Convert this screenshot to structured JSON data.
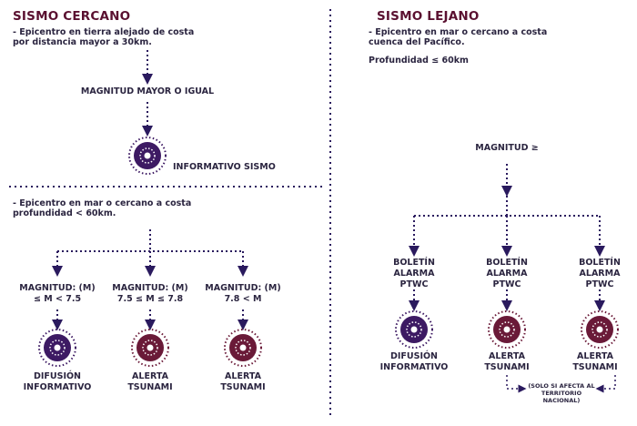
{
  "left": {
    "title": "SISMO CERCANO",
    "desc1_line1": "- Epicentro en tierra alejado de costa",
    "desc1_line2": "por distancia mayor a 30km.",
    "magnitude_label": "MAGNITUD MAYOR O IGUAL",
    "info_label": "INFORMATIVO SISMO",
    "desc2_line1": "- Epicentro en mar o cercano a costa",
    "desc2_line2": "profundidad < 60km.",
    "branches": [
      {
        "mag_line1": "MAGNITUD: (M)",
        "mag_line2": "≤ M < 7.5",
        "out_line1": "DIFUSIÓN",
        "out_line2": "INFORMATIVO"
      },
      {
        "mag_line1": "MAGNITUD: (M)",
        "mag_line2": "7.5 ≤ M ≤ 7.8",
        "out_line1": "ALERTA",
        "out_line2": "TSUNAMI"
      },
      {
        "mag_line1": "MAGNITUD: (M)",
        "mag_line2": "7.8 < M",
        "out_line1": "ALERTA",
        "out_line2": "TSUNAMI"
      }
    ]
  },
  "right": {
    "title": "SISMO LEJANO",
    "desc_line1": "- Epicentro en mar o  cercano a costa",
    "desc_line2": "cuenca del Pacífico.",
    "depth": "Profundidad ≤ 60km",
    "magnitude_label": "MAGNITUD ≥",
    "branches": [
      {
        "b1": "BOLETÍN",
        "b2": "ALARMA",
        "b3": "PTWC",
        "out_line1": "DIFUSIÓN",
        "out_line2": "INFORMATIVO"
      },
      {
        "b1": "BOLETÍN",
        "b2": "ALARMA",
        "b3": "PTWC",
        "out_line1": "ALERTA",
        "out_line2": "TSUNAMI"
      },
      {
        "b1": "BOLETÍN",
        "b2": "ALARMA",
        "b3": "PTWC",
        "out_line1": "ALERTA",
        "out_line2": "TSUNAMI"
      }
    ],
    "note_line1": "(SOLO SI AFECTA AL",
    "note_line2": "TERRITORIO NACIONAL)"
  },
  "colors": {
    "title": "#5a1030",
    "line": "#2a1a5e",
    "purple_node": "#3d1a63",
    "maroon_node": "#6a1a38"
  }
}
